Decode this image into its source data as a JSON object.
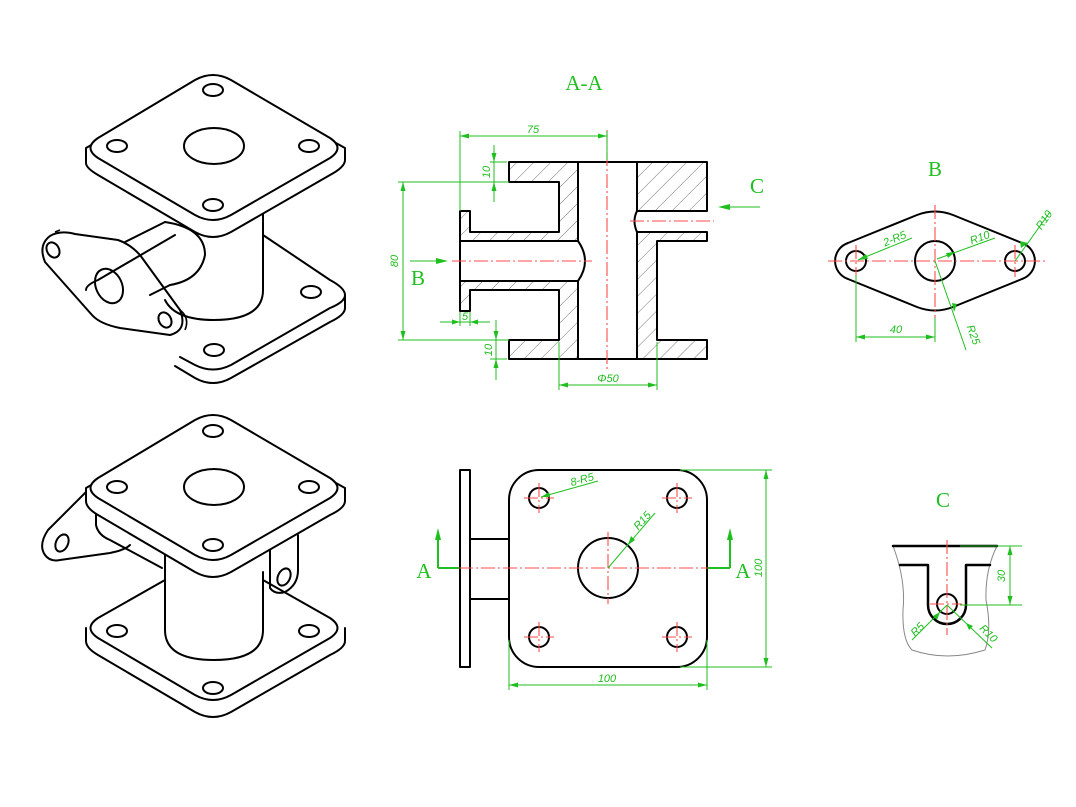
{
  "views": {
    "section_title": "A-A",
    "view_b_title": "B",
    "view_c_title": "C",
    "arrow_b_label": "B",
    "arrow_c_label": "C",
    "cut_left_label": "A",
    "cut_right_label": "A"
  },
  "section_dims": {
    "length": "75",
    "top_thickness": "10",
    "height": "80",
    "flange_thickness": "5",
    "bottom_thickness": "10",
    "bore_diameter": "Φ50"
  },
  "plan_dims": {
    "width": "100",
    "height": "100",
    "holes": "8-R5",
    "center_radius": "R15"
  },
  "view_b_dims": {
    "holes": "2-R5",
    "center_radius": "R10",
    "end_radius": "R10",
    "outline_radius": "R25",
    "hole_spacing": "40"
  },
  "view_c_dims": {
    "depth": "30",
    "hole_radius": "R5",
    "slot_radius": "R10"
  },
  "colors": {
    "outline": "#000000",
    "centerline": "#ff4b4b",
    "dimension": "#1fbf1f"
  }
}
